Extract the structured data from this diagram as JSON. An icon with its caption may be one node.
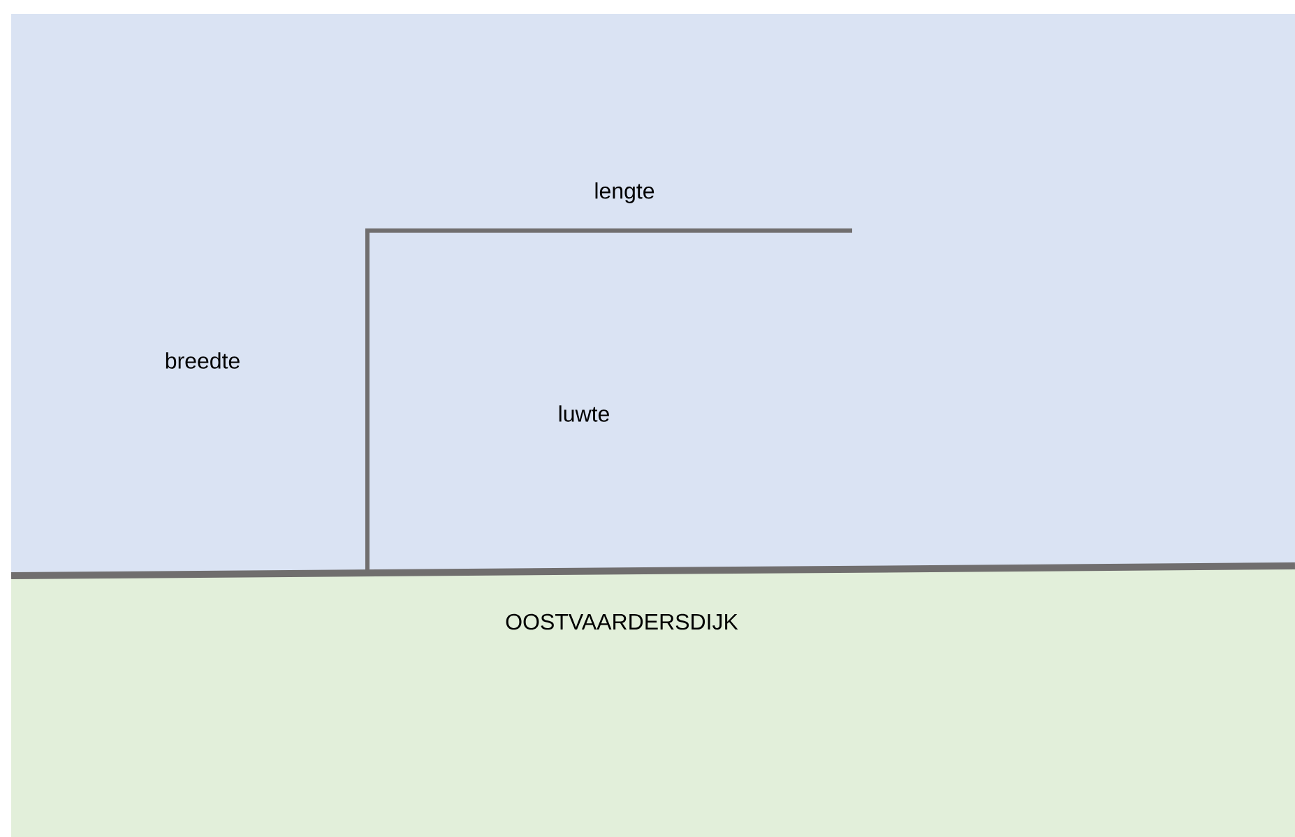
{
  "diagram": {
    "labels": [
      "lengte",
      "breedte",
      "luwte",
      "OOSTVAARDERSDIJK"
    ]
  }
}
